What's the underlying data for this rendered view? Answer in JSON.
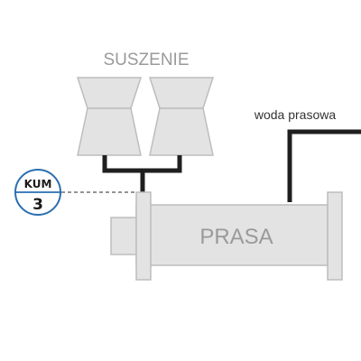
{
  "labels": {
    "dryer_group": "SUSZENIE",
    "press": "PRASA",
    "press_water": "woda prasowa"
  },
  "badge": {
    "code": "KUM",
    "number": "3"
  },
  "colors": {
    "equipment_fill": "#e3e3e3",
    "equipment_stroke": "#bdbdbd",
    "pipe": "#1f1f1f",
    "badge_stroke": "#2a6fb0",
    "label_gray": "#9a9a9a",
    "label_dark": "#333333"
  }
}
